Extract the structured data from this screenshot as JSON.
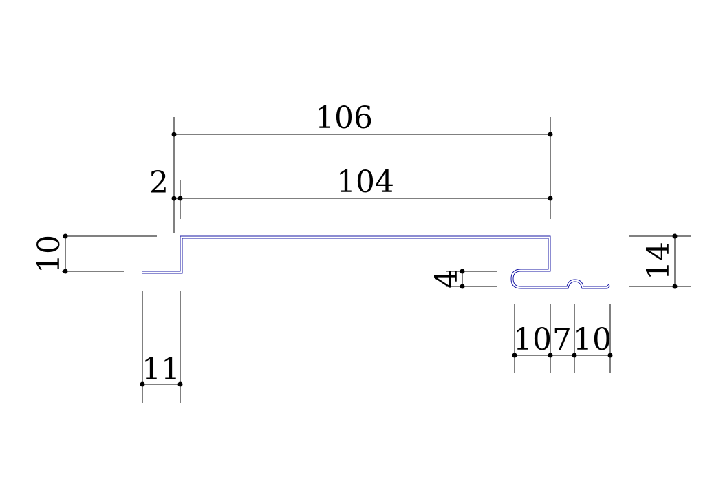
{
  "colors": {
    "background": "#ffffff",
    "profile": "#1a1aa6",
    "dimension": "#000000"
  },
  "dimensions": {
    "overall_width": "106",
    "inner_width": "104",
    "lip_offset": "2",
    "left_height": "10",
    "left_flange": "11",
    "hook_height": "4",
    "right_height": "14",
    "hook_width": "10",
    "groove_width": "7",
    "tail_width": "10"
  }
}
